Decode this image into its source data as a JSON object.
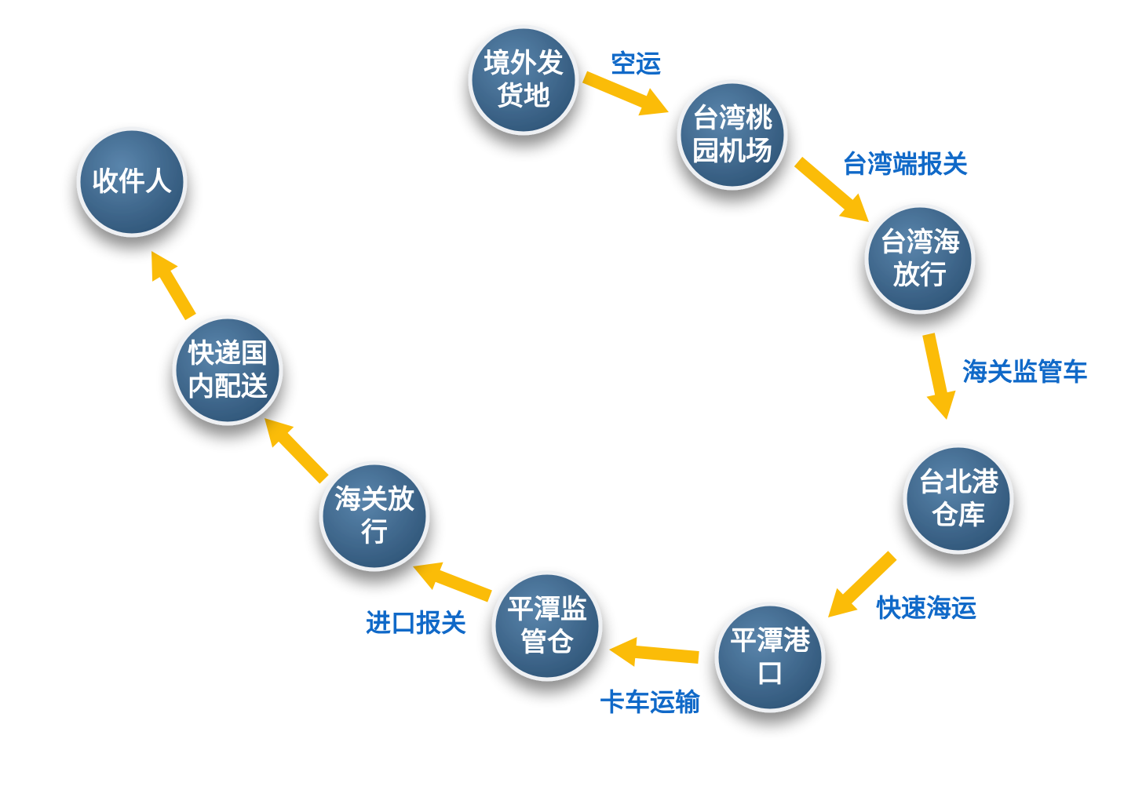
{
  "colors": {
    "node_fill_light": "#5a85ac",
    "node_fill_dark": "#2f5578",
    "node_border": "#eef0f3",
    "arrow": "#fbbc08",
    "edge_label": "#1069c8"
  },
  "nodes": [
    {
      "id": "origin",
      "lines": [
        "境外发",
        "货地"
      ]
    },
    {
      "id": "taoyuan_airport",
      "lines": [
        "台湾桃",
        "园机场"
      ]
    },
    {
      "id": "taiwan_customs_release",
      "lines": [
        "台湾海",
        "放行"
      ]
    },
    {
      "id": "taipei_port_warehouse",
      "lines": [
        "台北港",
        "仓库"
      ]
    },
    {
      "id": "pingtan_port",
      "lines": [
        "平潭港",
        "口"
      ]
    },
    {
      "id": "pingtan_bonded_warehouse",
      "lines": [
        "平潭监",
        "管仓"
      ]
    },
    {
      "id": "customs_release",
      "lines": [
        "海关放",
        "行"
      ]
    },
    {
      "id": "domestic_delivery",
      "lines": [
        "快递国",
        "内配送"
      ]
    },
    {
      "id": "recipient",
      "lines": [
        "收件人"
      ]
    }
  ],
  "edges": [
    {
      "from": "origin",
      "to": "taoyuan_airport",
      "label": "空运"
    },
    {
      "from": "taoyuan_airport",
      "to": "taiwan_customs_release",
      "label": "台湾端报关"
    },
    {
      "from": "taiwan_customs_release",
      "to": "taipei_port_warehouse",
      "label": "海关监管车"
    },
    {
      "from": "taipei_port_warehouse",
      "to": "pingtan_port",
      "label": "快速海运"
    },
    {
      "from": "pingtan_port",
      "to": "pingtan_bonded_warehouse",
      "label": "卡车运输"
    },
    {
      "from": "pingtan_bonded_warehouse",
      "to": "customs_release",
      "label": "进口报关"
    },
    {
      "from": "customs_release",
      "to": "domestic_delivery",
      "label": ""
    },
    {
      "from": "domestic_delivery",
      "to": "recipient",
      "label": ""
    }
  ]
}
